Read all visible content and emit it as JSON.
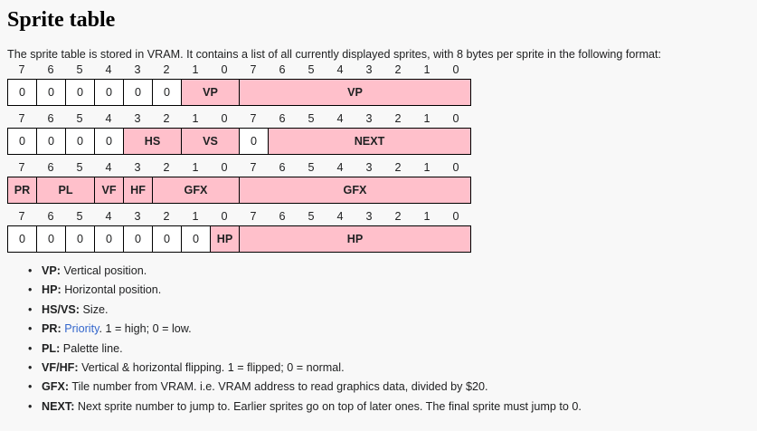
{
  "page": {
    "title": "Sprite table",
    "intro": "The sprite table is stored in VRAM. It contains a list of all currently displayed sprites, with 8 bytes per sprite in the following format:"
  },
  "colors": {
    "background": "#f8f8f8",
    "field_fill": "#ffc0cb",
    "zero_fill": "#ffffff",
    "border": "#000000",
    "link": "#3366cc",
    "text": "#202122"
  },
  "bit_header": [
    "7",
    "6",
    "5",
    "4",
    "3",
    "2",
    "1",
    "0",
    "7",
    "6",
    "5",
    "4",
    "3",
    "2",
    "1",
    "0"
  ],
  "tables": [
    {
      "name": "byte-0-1-vertical-position",
      "cells": [
        {
          "label": "0",
          "bits": 1,
          "type": "zero"
        },
        {
          "label": "0",
          "bits": 1,
          "type": "zero"
        },
        {
          "label": "0",
          "bits": 1,
          "type": "zero"
        },
        {
          "label": "0",
          "bits": 1,
          "type": "zero"
        },
        {
          "label": "0",
          "bits": 1,
          "type": "zero"
        },
        {
          "label": "0",
          "bits": 1,
          "type": "zero"
        },
        {
          "label": "VP",
          "bits": 2,
          "type": "field"
        },
        {
          "label": "VP",
          "bits": 8,
          "type": "field"
        }
      ]
    },
    {
      "name": "byte-2-3-size-and-next",
      "cells": [
        {
          "label": "0",
          "bits": 1,
          "type": "zero"
        },
        {
          "label": "0",
          "bits": 1,
          "type": "zero"
        },
        {
          "label": "0",
          "bits": 1,
          "type": "zero"
        },
        {
          "label": "0",
          "bits": 1,
          "type": "zero"
        },
        {
          "label": "HS",
          "bits": 2,
          "type": "field"
        },
        {
          "label": "VS",
          "bits": 2,
          "type": "field"
        },
        {
          "label": "0",
          "bits": 1,
          "type": "zero"
        },
        {
          "label": "NEXT",
          "bits": 7,
          "type": "field"
        }
      ]
    },
    {
      "name": "byte-4-5-attributes-and-gfx",
      "cells": [
        {
          "label": "PR",
          "bits": 1,
          "type": "field"
        },
        {
          "label": "PL",
          "bits": 2,
          "type": "field"
        },
        {
          "label": "VF",
          "bits": 1,
          "type": "field"
        },
        {
          "label": "HF",
          "bits": 1,
          "type": "field"
        },
        {
          "label": "GFX",
          "bits": 3,
          "type": "field"
        },
        {
          "label": "GFX",
          "bits": 8,
          "type": "field"
        }
      ]
    },
    {
      "name": "byte-6-7-horizontal-position",
      "cells": [
        {
          "label": "0",
          "bits": 1,
          "type": "zero"
        },
        {
          "label": "0",
          "bits": 1,
          "type": "zero"
        },
        {
          "label": "0",
          "bits": 1,
          "type": "zero"
        },
        {
          "label": "0",
          "bits": 1,
          "type": "zero"
        },
        {
          "label": "0",
          "bits": 1,
          "type": "zero"
        },
        {
          "label": "0",
          "bits": 1,
          "type": "zero"
        },
        {
          "label": "0",
          "bits": 1,
          "type": "zero"
        },
        {
          "label": "HP",
          "bits": 1,
          "type": "field"
        },
        {
          "label": "HP",
          "bits": 8,
          "type": "field"
        }
      ]
    }
  ],
  "notes": [
    {
      "term": "VP:",
      "text": " Vertical position."
    },
    {
      "term": "HP:",
      "text": " Horizontal position."
    },
    {
      "term": "HS/VS:",
      "text": " Size."
    },
    {
      "term": "PR:",
      "link": "Priority",
      "text_before": " ",
      "text": ". 1 = high; 0 = low."
    },
    {
      "term": "PL:",
      "text": " Palette line."
    },
    {
      "term": "VF/HF:",
      "text": " Vertical & horizontal flipping. 1 = flipped; 0 = normal."
    },
    {
      "term": "GFX:",
      "text": " Tile number from VRAM. i.e. VRAM address to read graphics data, divided by $20."
    },
    {
      "term": "NEXT:",
      "text": " Next sprite number to jump to. Earlier sprites go on top of later ones. The final sprite must jump to 0."
    }
  ]
}
